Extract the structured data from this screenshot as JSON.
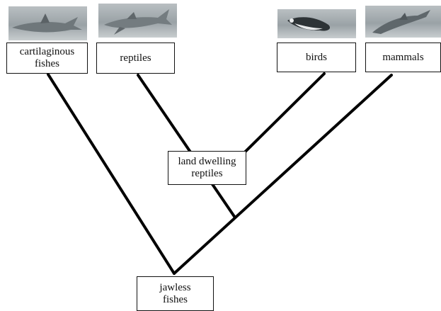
{
  "nodes": {
    "cartilaginous_fishes": "cartilaginous\nfishes",
    "reptiles": "reptiles",
    "birds": "birds",
    "mammals": "mammals",
    "land_dwelling_reptiles": "land dwelling\nreptiles",
    "jawless_fishes": "jawless\nfishes"
  },
  "photos": {
    "cartilaginous_fishes": "shark",
    "reptiles": "ichthyosaur",
    "birds": "penguin",
    "mammals": "dolphin"
  },
  "line_color": "#000000"
}
